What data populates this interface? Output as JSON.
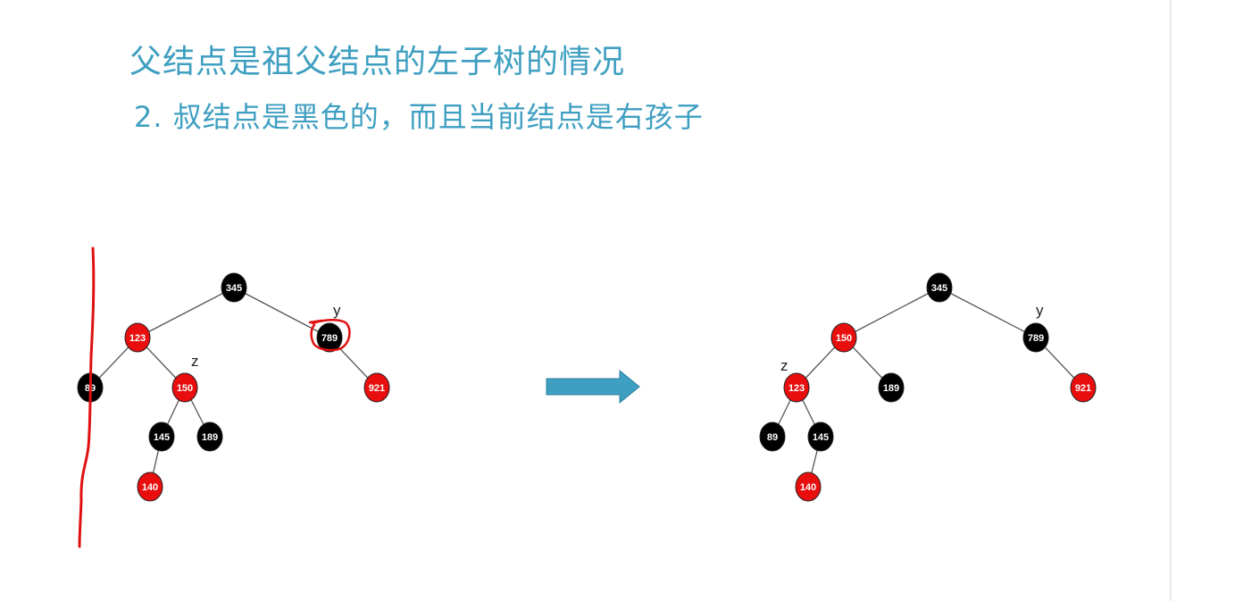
{
  "title": "父结点是祖父结点的左子树的情况",
  "subtitle": "2. 叔结点是黑色的，而且当前结点是右孩子",
  "colors": {
    "title": "#3f9fc1",
    "red_node": "#e80e0e",
    "black_node": "#000000",
    "edge": "#555555",
    "arrow": "#3f9fc1",
    "annotation": "#e01010"
  },
  "before_tree": {
    "nodes": [
      {
        "id": "n345",
        "label": "345",
        "color": "black"
      },
      {
        "id": "n123",
        "label": "123",
        "color": "red"
      },
      {
        "id": "n789",
        "label": "789",
        "color": "black"
      },
      {
        "id": "n89",
        "label": "89",
        "color": "black"
      },
      {
        "id": "n150",
        "label": "150",
        "color": "red"
      },
      {
        "id": "n921",
        "label": "921",
        "color": "red"
      },
      {
        "id": "n145",
        "label": "145",
        "color": "black"
      },
      {
        "id": "n189",
        "label": "189",
        "color": "black"
      },
      {
        "id": "n140",
        "label": "140",
        "color": "red"
      }
    ],
    "edges": [
      [
        "n345",
        "n123"
      ],
      [
        "n345",
        "n789"
      ],
      [
        "n123",
        "n89"
      ],
      [
        "n123",
        "n150"
      ],
      [
        "n789",
        "n921"
      ],
      [
        "n150",
        "n145"
      ],
      [
        "n150",
        "n189"
      ],
      [
        "n145",
        "n140"
      ]
    ],
    "labels": {
      "z": "z",
      "y": "y"
    }
  },
  "after_tree": {
    "nodes": [
      {
        "id": "m345",
        "label": "345",
        "color": "black"
      },
      {
        "id": "m150",
        "label": "150",
        "color": "red"
      },
      {
        "id": "m789",
        "label": "789",
        "color": "black"
      },
      {
        "id": "m123",
        "label": "123",
        "color": "red"
      },
      {
        "id": "m189",
        "label": "189",
        "color": "black"
      },
      {
        "id": "m921",
        "label": "921",
        "color": "red"
      },
      {
        "id": "m89",
        "label": "89",
        "color": "black"
      },
      {
        "id": "m145",
        "label": "145",
        "color": "black"
      },
      {
        "id": "m140",
        "label": "140",
        "color": "red"
      }
    ],
    "edges": [
      [
        "m345",
        "m150"
      ],
      [
        "m345",
        "m789"
      ],
      [
        "m150",
        "m123"
      ],
      [
        "m150",
        "m189"
      ],
      [
        "m789",
        "m921"
      ],
      [
        "m123",
        "m89"
      ],
      [
        "m123",
        "m145"
      ],
      [
        "m145",
        "m140"
      ]
    ],
    "labels": {
      "z": "z",
      "y": "y"
    }
  }
}
